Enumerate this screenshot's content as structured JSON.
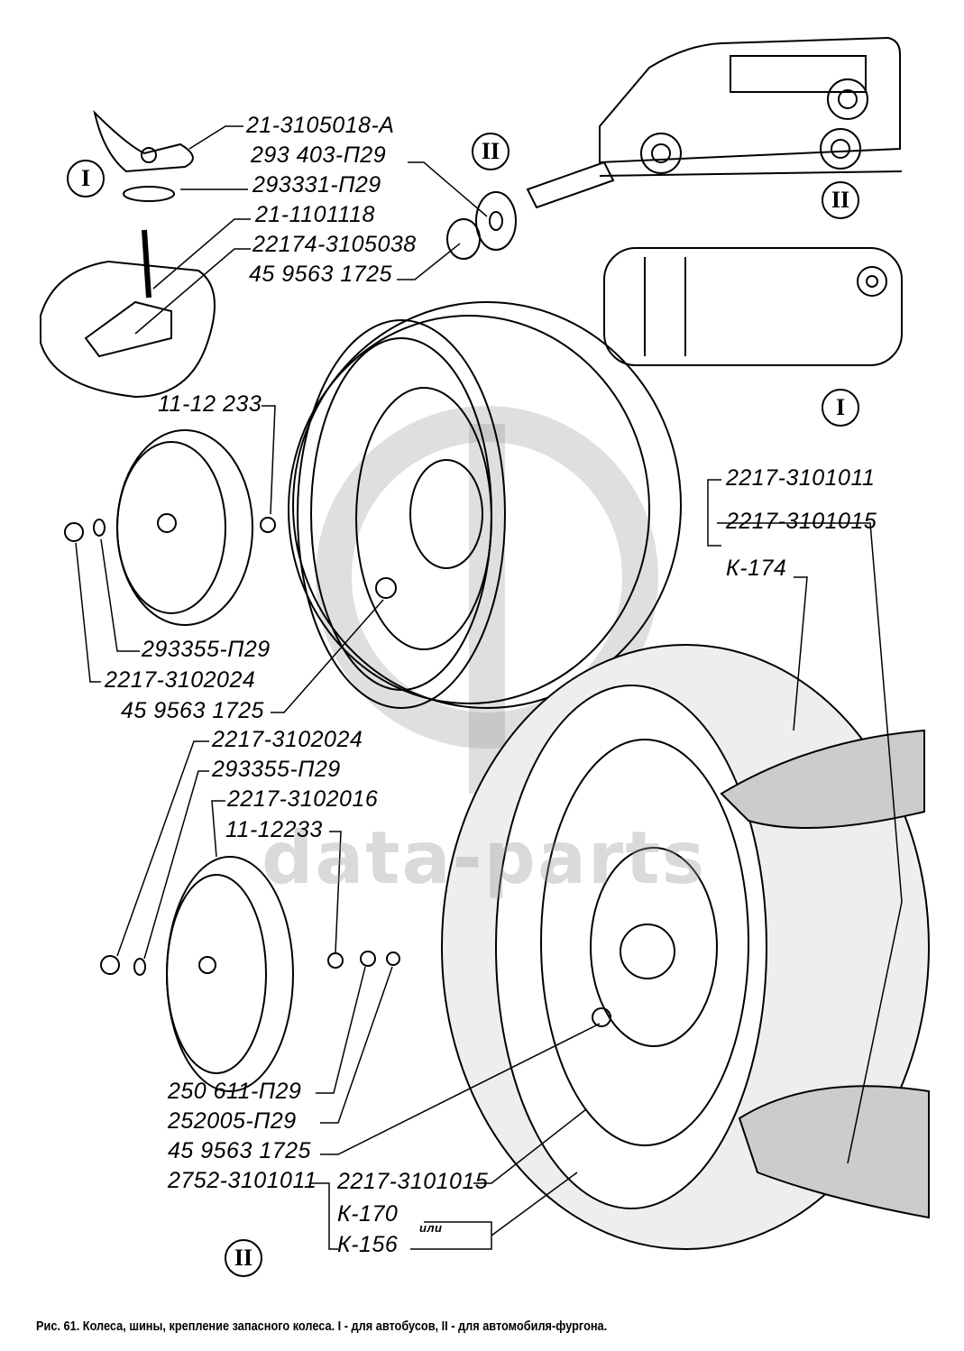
{
  "labels": {
    "a1": "21-3105018-А",
    "a2": "293 403-П29",
    "a3": "293331-П29",
    "a4": "21-1101118",
    "a5": "22174-3105038",
    "a6": "45 9563 1725",
    "b1": "11-12 233",
    "c1": "2217-3101011",
    "c2": "2217-3101015",
    "c3": "К-174",
    "d1": "293355-П29",
    "d2": "2217-3102024",
    "d3": "45 9563 1725",
    "e1": "2217-3102024",
    "e2": "293355-П29",
    "e3": "2217-3102016",
    "e4": "11-12233",
    "f1": "250 611-П29",
    "f2": "252005-П29",
    "f3": "45 9563 1725",
    "f4": "2752-3101011",
    "g1": "2217-3101015",
    "g2": "К-170",
    "g3": "К-156",
    "g_or": "или"
  },
  "markers": {
    "m1": "I",
    "m2": "II",
    "m3": "II",
    "m4": "I",
    "m5": "II"
  },
  "watermark": "data-parts",
  "caption": "Рис. 61. Колеса, шины, крепление запасного колеса. I - для автобусов,    II - для автомобиля-фургона."
}
